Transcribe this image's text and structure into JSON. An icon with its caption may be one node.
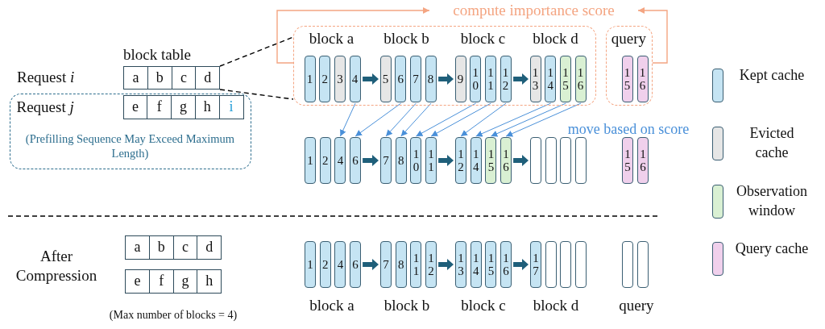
{
  "diagram": {
    "nodes": [
      {
        "text": [
          "a",
          "b",
          "c",
          "d"
        ],
        "beside": [
          "Request *i*"
        ]
      },
      {
        "text": [
          "(Prefilling Sequence May Exceed Maximum Length)"
        ]
      },
      {
        "text": [
          "e",
          "f",
          "g",
          "h",
          "i"
        ],
        "in": 1,
        "beside": [
          "Request *j*"
        ]
      },
      {
        "text": [
          "block a",
          "block b",
          "block c",
          "block d"
        ]
      },
      {
        "text": [
          "1"
        ],
        "in": 3
      },
      {
        "text": [
          "2"
        ],
        "in": 3
      },
      {
        "text": [
          "3"
        ],
        "in": 3
      },
      {
        "text": [
          "4"
        ],
        "in": 3
      },
      {
        "text": [
          "5"
        ],
        "in": 3
      },
      {
        "text": [
          "6"
        ],
        "in": 3
      },
      {
        "text": [
          "7"
        ],
        "in": 3
      },
      {
        "text": [
          "8"
        ],
        "in": 3
      },
      {
        "text": [
          "9"
        ],
        "in": 3
      },
      {
        "text": [
          "10"
        ],
        "in": 3
      },
      {
        "text": [
          "11"
        ],
        "in": 3
      },
      {
        "text": [
          "12"
        ],
        "in": 3
      },
      {
        "text": [
          "13"
        ],
        "in": 3
      },
      {
        "text": [
          "14"
        ],
        "in": 3
      },
      {
        "text": [
          "15"
        ],
        "in": 3
      },
      {
        "text": [
          "16"
        ],
        "in": 3
      },
      {
        "text": [
          "query"
        ]
      },
      {
        "text": [
          "15"
        ],
        "in": 20
      },
      {
        "text": [
          "16"
        ],
        "in": 20
      },
      {
        "text": [
          "compute importance score"
        ]
      },
      {
        "text": [
          "1"
        ]
      },
      {
        "text": [
          "2"
        ]
      },
      {
        "text": [
          "4"
        ]
      },
      {
        "text": [
          "6"
        ]
      },
      {
        "text": [
          "7"
        ]
      },
      {
        "text": [
          "8"
        ]
      },
      {
        "text": [
          "10"
        ]
      },
      {
        "text": [
          "11"
        ]
      },
      {
        "text": [
          "12"
        ]
      },
      {
        "text": [
          "14"
        ]
      },
      {
        "text": [
          "15"
        ]
      },
      {
        "text": [
          "16"
        ]
      },
      {
        "text": [],
        "shape": "box"
      },
      {
        "text": [],
        "shape": "box"
      },
      {
        "text": [],
        "shape": "box"
      },
      {
        "text": [],
        "shape": "box"
      },
      {
        "text": [
          "15"
        ]
      },
      {
        "text": [
          "16"
        ]
      },
      {
        "text": [
          "a",
          "b",
          "c",
          "d"
        ]
      },
      {
        "text": [
          "e",
          "f",
          "g",
          "h"
        ]
      },
      {
        "text": [
          "1"
        ]
      },
      {
        "text": [
          "2"
        ]
      },
      {
        "text": [
          "4"
        ]
      },
      {
        "text": [
          "6"
        ]
      },
      {
        "text": [
          "7"
        ]
      },
      {
        "text": [
          "8"
        ]
      },
      {
        "text": [
          "11"
        ]
      },
      {
        "text": [
          "12"
        ]
      },
      {
        "text": [
          "13"
        ]
      },
      {
        "text": [
          "14"
        ]
      },
      {
        "text": [
          "15"
        ]
      },
      {
        "text": [
          "16"
        ]
      },
      {
        "text": [
          "17"
        ]
      },
      {
        "text": [],
        "shape": "box"
      },
      {
        "text": [],
        "shape": "box"
      },
      {
        "text": [],
        "shape": "box"
      },
      {
        "text": [],
        "shape": "box"
      },
      {
        "text": [],
        "shape": "box"
      }
    ],
    "edges": [
      {
        "from": 0,
        "to": 3,
        "arrow": "none",
        "style": "dashed",
        "color": "#000000"
      },
      {
        "from": 0,
        "to": 3,
        "arrow": "none",
        "style": "dashed",
        "color": "#000000"
      },
      {
        "from": 3,
        "to": 23,
        "arrow": "to",
        "color": "#f4a582"
      },
      {
        "from": 20,
        "to": 23,
        "arrow": "to",
        "color": "#f4a582"
      },
      {
        "from": 7,
        "to": 8,
        "arrow": "to",
        "style": "thick",
        "color": "#1f5f7a"
      },
      {
        "from": 11,
        "to": 12,
        "arrow": "to",
        "style": "thick",
        "color": "#1f5f7a"
      },
      {
        "from": 15,
        "to": 16,
        "arrow": "to",
        "style": "thick",
        "color": "#1f5f7a"
      },
      {
        "from": 7,
        "to": 26,
        "arrow": "to"
      },
      {
        "from": 9,
        "to": 27,
        "arrow": "to"
      },
      {
        "from": 10,
        "to": 28,
        "arrow": "to"
      },
      {
        "from": 11,
        "to": 29,
        "arrow": "to"
      },
      {
        "from": 13,
        "to": 30,
        "arrow": "to"
      },
      {
        "from": 14,
        "to": 31,
        "arrow": "to"
      },
      {
        "from": 15,
        "to": 32,
        "arrow": "to"
      },
      {
        "from": 17,
        "to": 33,
        "arrow": "to"
      },
      {
        "from": 18,
        "to": 34,
        "arrow": "to"
      },
      {
        "from": 19,
        "to": 35,
        "arrow": "to"
      },
      {
        "from": 27,
        "to": 28,
        "arrow": "to",
        "style": "thick",
        "color": "#1f5f7a"
      },
      {
        "from": 31,
        "to": 32,
        "arrow": "to",
        "style": "thick",
        "color": "#1f5f7a"
      },
      {
        "from": 35,
        "to": 36,
        "arrow": "to",
        "style": "thick",
        "color": "#1f5f7a"
      },
      {
        "from": 47,
        "to": 48,
        "arrow": "to",
        "style": "thick",
        "color": "#1f5f7a"
      },
      {
        "from": 51,
        "to": 52,
        "arrow": "to",
        "style": "thick",
        "color": "#1f5f7a"
      },
      {
        "from": 55,
        "to": 56,
        "arrow": "to",
        "style": "thick",
        "color": "#1f5f7a"
      }
    ],
    "labels": [
      "block table",
      "move based on score",
      "After Compression",
      "block a",
      "block b",
      "block c",
      "block d",
      "query",
      "(Max number of blocks = 4)"
    ],
    "legend": [
      {
        "text": "Kept cache",
        "color": "#c5e4f3"
      },
      {
        "text": "Evicted cache",
        "color": "#e6e6e6"
      },
      {
        "text": "Observation window",
        "color": "#d9f0d3"
      },
      {
        "text": "Query cache",
        "color": "#f0d0ec"
      }
    ]
  }
}
